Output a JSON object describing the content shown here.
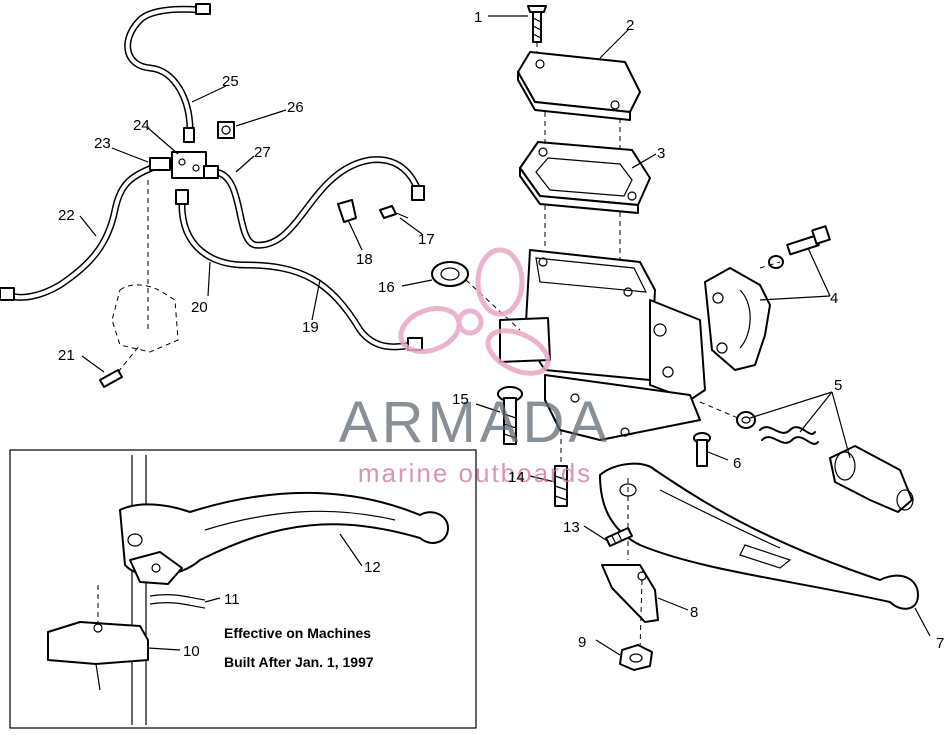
{
  "callouts": [
    {
      "id": "c1",
      "label": "1"
    },
    {
      "id": "c2",
      "label": "2"
    },
    {
      "id": "c3",
      "label": "3"
    },
    {
      "id": "c4",
      "label": "4"
    },
    {
      "id": "c5",
      "label": "5"
    },
    {
      "id": "c6",
      "label": "6"
    },
    {
      "id": "c7",
      "label": "7"
    },
    {
      "id": "c8",
      "label": "8"
    },
    {
      "id": "c9",
      "label": "9"
    },
    {
      "id": "c10",
      "label": "10"
    },
    {
      "id": "c11",
      "label": "11"
    },
    {
      "id": "c12",
      "label": "12"
    },
    {
      "id": "c13",
      "label": "13"
    },
    {
      "id": "c14",
      "label": "14"
    },
    {
      "id": "c15",
      "label": "15"
    },
    {
      "id": "c16",
      "label": "16"
    },
    {
      "id": "c17",
      "label": "17"
    },
    {
      "id": "c18",
      "label": "18"
    },
    {
      "id": "c19",
      "label": "19"
    },
    {
      "id": "c20",
      "label": "20"
    },
    {
      "id": "c21",
      "label": "21"
    },
    {
      "id": "c22",
      "label": "22"
    },
    {
      "id": "c23",
      "label": "23"
    },
    {
      "id": "c24",
      "label": "24"
    },
    {
      "id": "c25",
      "label": "25"
    },
    {
      "id": "c26",
      "label": "26"
    },
    {
      "id": "c27",
      "label": "27"
    }
  ],
  "inset_note": {
    "line1": "Effective on Machines",
    "line2": "Built After Jan. 1, 1997"
  },
  "watermark": {
    "brand": "ARMADA",
    "tagline": "marine outboards",
    "color_brand": "#5f6b73",
    "color_logo": "#e8a6c6"
  }
}
